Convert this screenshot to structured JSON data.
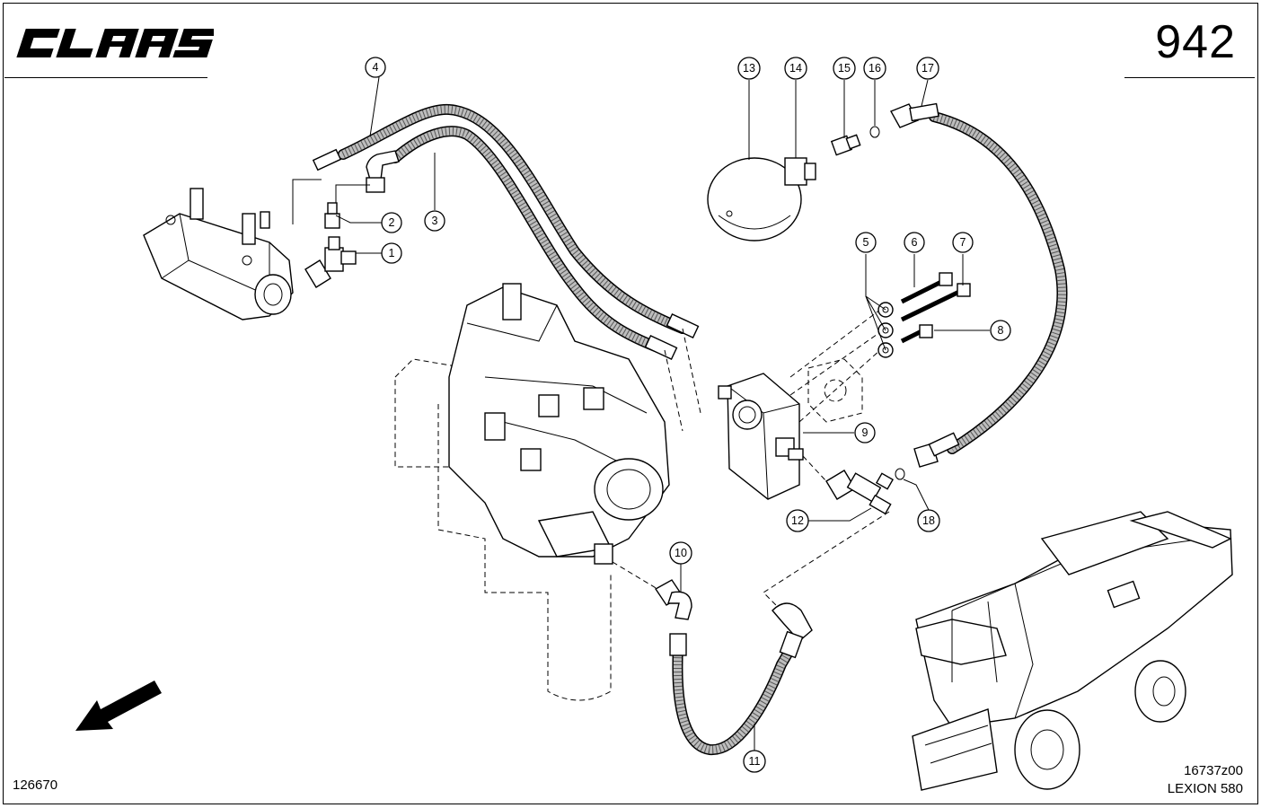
{
  "header": {
    "brand": "CLAAS",
    "page_number": "942"
  },
  "footer": {
    "image_ref": "126670",
    "drawing_ref": "16737z00",
    "model": "LEXION 580"
  },
  "callouts": [
    "1",
    "2",
    "3",
    "4",
    "5",
    "6",
    "7",
    "8",
    "9",
    "10",
    "11",
    "12",
    "13",
    "14",
    "15",
    "16",
    "17",
    "18"
  ]
}
